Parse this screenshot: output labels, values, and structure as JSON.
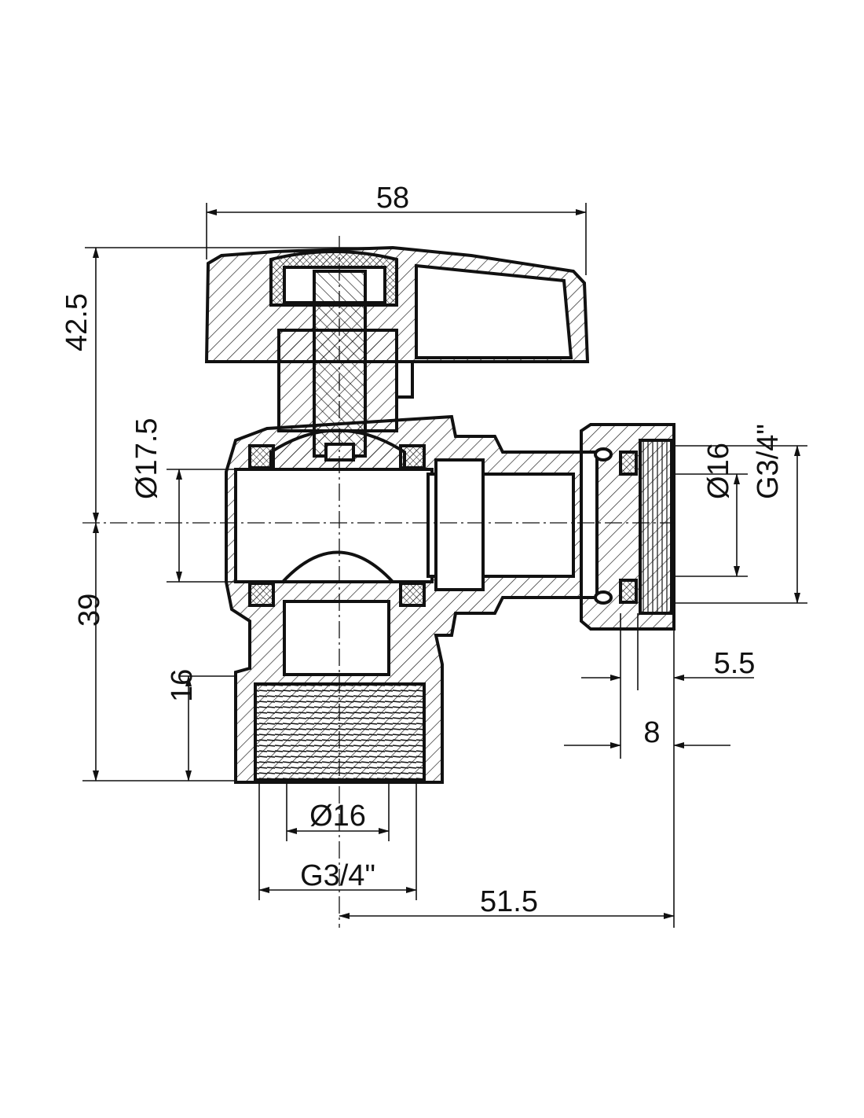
{
  "drawing": {
    "dimensions": {
      "overall_width": "58",
      "height_above_axis": "42.5",
      "height_below_axis": "39",
      "inlet_bore_diameter": "Ø17.5",
      "thread_length_bottom": "16",
      "bottom_bore_diameter": "Ø16",
      "bottom_thread": "G3/4\"",
      "axis_to_outlet_face": "51.5",
      "outlet_bore_diameter": "Ø16",
      "outlet_thread": "G3/4\"",
      "nut_thread_depth": "5.5",
      "nut_length": "8"
    },
    "colors": {
      "line": "#111111",
      "background": "#ffffff"
    }
  }
}
